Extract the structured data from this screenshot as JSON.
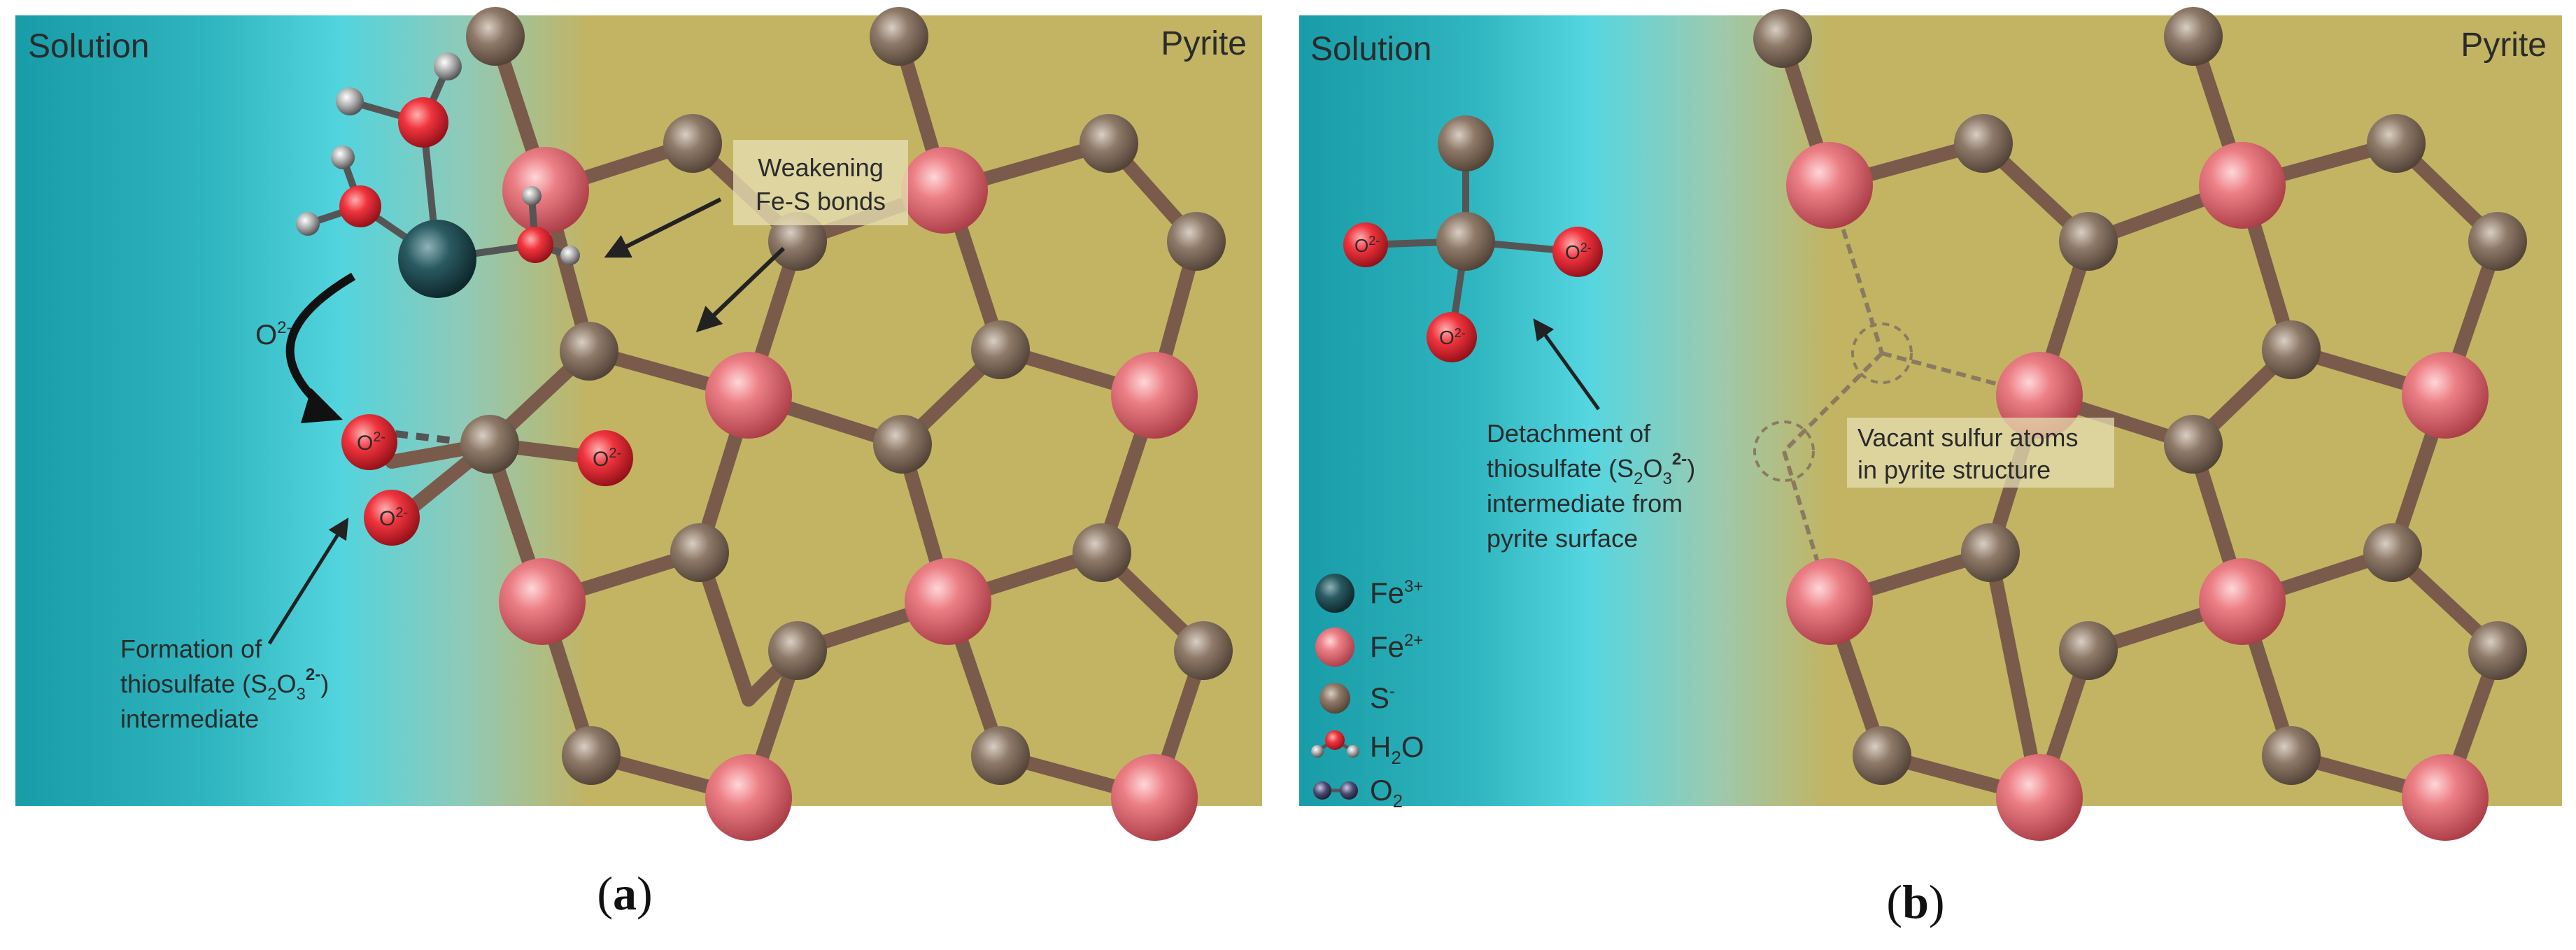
{
  "panels": [
    {
      "id": "a",
      "region_left": "Solution",
      "region_right": "Pyrite",
      "callouts": {
        "weakening": [
          "Weakening",
          "Fe-S bonds"
        ],
        "oxygen": "O",
        "oxygen_sup": "2-",
        "formation_line1": "Formation of",
        "formation_line2_pre": "thiosulfate (S",
        "formation_sub1": "2",
        "formation_mid": "O",
        "formation_sub2": "3",
        "formation_sup": "2-",
        "formation_line2_post": ")",
        "formation_line3": "intermediate"
      },
      "ion_labels": {
        "o": "O",
        "o_sup": "2-"
      },
      "caption": "(a)"
    },
    {
      "id": "b",
      "region_left": "Solution",
      "region_right": "Pyrite",
      "callouts": {
        "detach_line1": "Detachment of",
        "detach_line2_pre": "thiosulfate (S",
        "detach_sub1": "2",
        "detach_mid": "O",
        "detach_sub2": "3",
        "detach_sup": "2-",
        "detach_line2_post": ")",
        "detach_line3": "intermediate from",
        "detach_line4": "pyrite surface",
        "vacant_line1": "Vacant sulfur atoms",
        "vacant_line2": "in pyrite structure"
      },
      "ion_labels": {
        "o": "O",
        "o_sup": "2-"
      },
      "caption": "(b)"
    }
  ],
  "legend": [
    {
      "symbol": "Fe",
      "sup": "3+",
      "sub": "",
      "tail": "",
      "color": "#1f4a52",
      "icon": "fe3-sphere-icon"
    },
    {
      "symbol": "Fe",
      "sup": "2+",
      "sub": "",
      "tail": "",
      "color": "#e26a72",
      "icon": "fe2-sphere-icon"
    },
    {
      "symbol": "S",
      "sup": "-",
      "sub": "",
      "tail": "",
      "color": "#8b7665",
      "icon": "s-sphere-icon"
    },
    {
      "symbol": "H",
      "sup": "",
      "sub": "2",
      "tail": "O",
      "color": "#e0303a",
      "icon": "water-molecule-icon"
    },
    {
      "symbol": "O",
      "sup": "",
      "sub": "2",
      "tail": "",
      "color": "#4a4a6a",
      "icon": "oxygen-molecule-icon"
    }
  ],
  "colors": {
    "solution_dark": "#2aa6b0",
    "solution_light": "#4fd0dc",
    "pyrite": "#c2b463",
    "fe2": "#e26a72",
    "fe3": "#1f4a52",
    "sulfur": "#8b7665",
    "oxygen": "#e0303a",
    "hydrogen": "#9a9a9a",
    "bond": "#7a5a4a",
    "callout_box": "#e6ddb0"
  }
}
